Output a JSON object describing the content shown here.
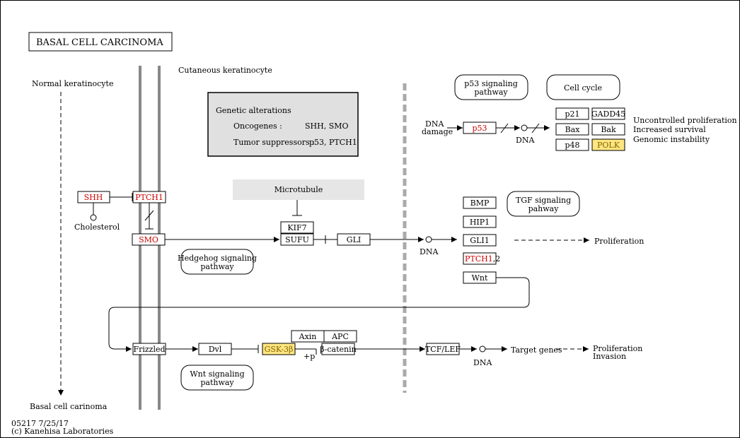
{
  "title": "BASAL  CELL CARCINOMA",
  "cells": {
    "normal": "Normal keratinocyte",
    "cutaneous": "Cutaneous keratinocyte",
    "basal": "Basal cell carinoma"
  },
  "genetic": {
    "heading": "Genetic alterations",
    "onco_label": "Oncogenes :",
    "onco_value": "SHH, SMO",
    "supp_label": "Tumor suppressors :",
    "supp_value": "p53, PTCH1"
  },
  "nodes": {
    "shh": "SHH",
    "ptch1": "PTCH1",
    "smo": "SMO",
    "cholesterol": "Cholesterol",
    "microtubule": "Microtubule",
    "kif7": "KIF7",
    "sufu": "SUFU",
    "gli": "GLI",
    "frizzled": "Frizzled",
    "dvl": "Dvl",
    "gsk3b": "GSK-3β",
    "axin": "Axin",
    "apc": "APC",
    "bcatenin": "β-catenin",
    "p_label": "+p",
    "tcflef": "TCF/LEF",
    "p53": "p53",
    "p21": "p21",
    "gadd45": "GADD45",
    "bax": "Bax",
    "bak": "Bak",
    "p48": "p48",
    "polk": "POLK",
    "bmp": "BMP",
    "hip1": "HIP1",
    "gli1": "GLI1",
    "ptch12_red": "PTCH1",
    "ptch12_suffix": ",2",
    "wnt": "Wnt"
  },
  "pathways": {
    "hedgehog_1": "Hedgehog signaling",
    "hedgehog_2": "pathway",
    "wnt_1": "Wnt signaling",
    "wnt_2": "pathway",
    "p53_1": "p53 signaling",
    "p53_2": "pathway",
    "cellcycle": "Cell cycle",
    "tgf_1": "TGF signaling",
    "tgf_2": "pahway"
  },
  "labels": {
    "dna_damage_1": "DNA",
    "dna_damage_2": "damage",
    "dna_top": "DNA",
    "dna_mid": "DNA",
    "dna_bottom": "DNA",
    "outcome_1": "Uncontrolled proliferation",
    "outcome_2": "Increased survival",
    "outcome_3": "Genomic instability",
    "proliferation": "Proliferation",
    "target_genes": "Target genes",
    "proliferation2": "Proliferation",
    "invasion": "Invasion"
  },
  "footer": {
    "code": "05217 7/25/17",
    "copyright": "(c) Kanehisa Laboratories"
  },
  "colors": {
    "mutated_gene": "#cc0000",
    "highlight_fill": "#ffe680",
    "membrane": "#888888",
    "nucleus": "#aaaaaa"
  }
}
